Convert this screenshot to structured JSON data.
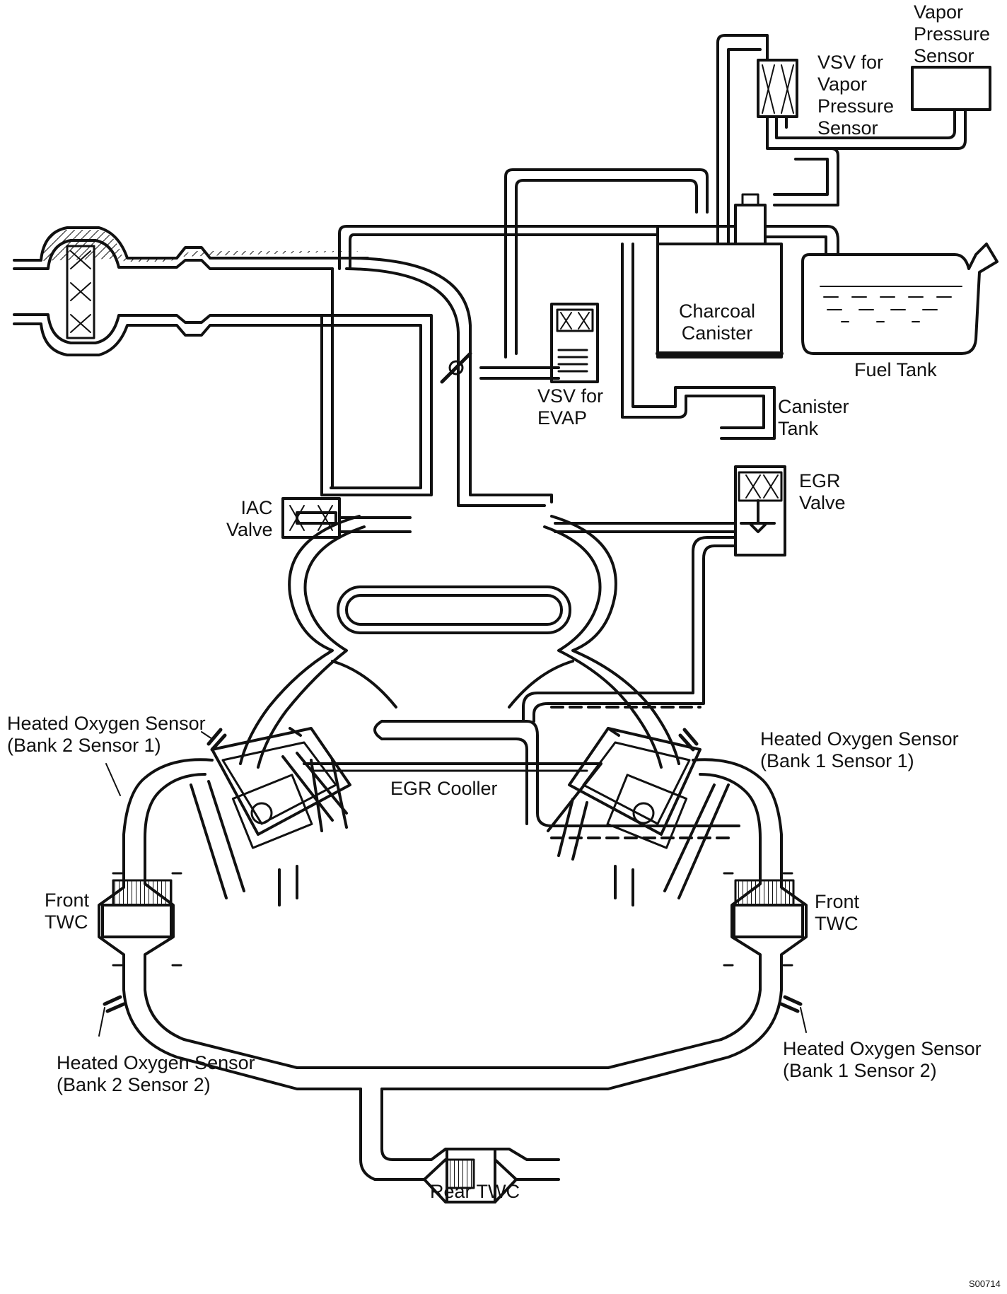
{
  "labels": {
    "vapor_pressure_sensor": [
      "Vapor",
      "Pressure",
      "Sensor"
    ],
    "vsv_vapor_pressure": [
      "VSV for",
      "Vapor",
      "Pressure",
      "Sensor"
    ],
    "charcoal_canister": [
      "Charcoal",
      "Canister"
    ],
    "fuel_tank": "Fuel Tank",
    "vsv_evap": [
      "VSV for",
      "EVAP"
    ],
    "canister_tank": [
      "Canister",
      "Tank"
    ],
    "egr_valve": [
      "EGR",
      "Valve"
    ],
    "iac_valve": [
      "IAC",
      "Valve"
    ],
    "ho2s_b2s1": [
      "Heated Oxygen Sensor",
      "(Bank 2 Sensor 1)"
    ],
    "ho2s_b1s1": [
      "Heated Oxygen Sensor",
      "(Bank 1 Sensor 1)"
    ],
    "egr_cooler": "EGR Cooller",
    "front_twc_left": [
      "Front",
      "TWC"
    ],
    "front_twc_right": [
      "Front",
      "TWC"
    ],
    "ho2s_b2s2": [
      "Heated Oxygen Sensor",
      "(Bank 2 Sensor 2)"
    ],
    "ho2s_b1s2": [
      "Heated Oxygen Sensor",
      "(Bank 1 Sensor 2)"
    ],
    "rear_twc": "Rear TWC",
    "figure_ref": "S00714"
  }
}
